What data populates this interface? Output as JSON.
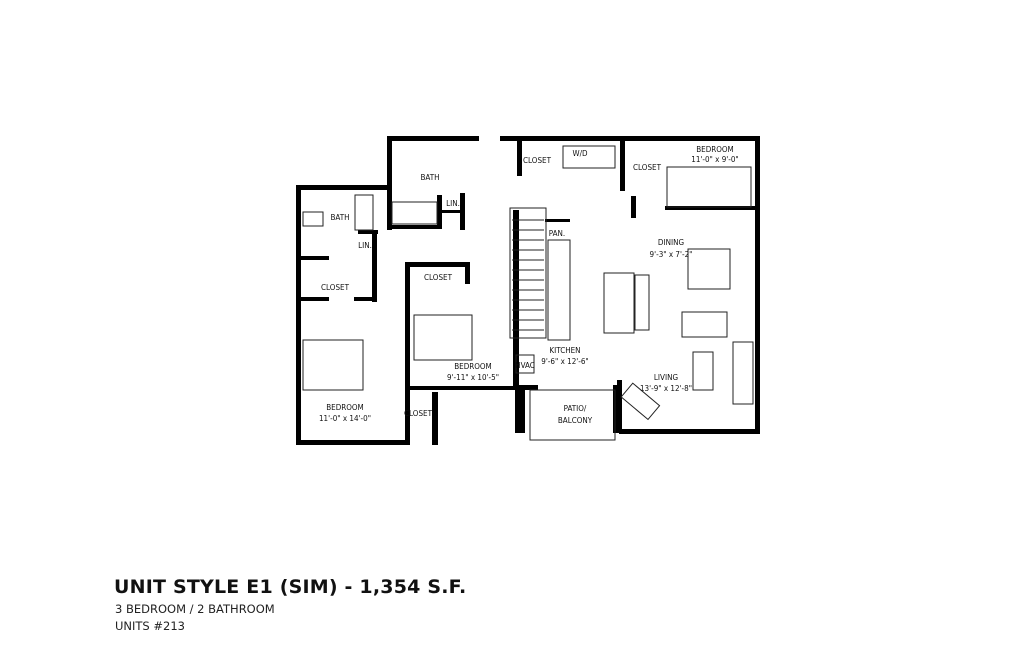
{
  "plan": {
    "rooms": {
      "bath_top": "BATH",
      "bath_left": "BATH",
      "lin_top": "LIN.",
      "lin_left": "LIN.",
      "closet_left": "CLOSET",
      "closet_mid": "CLOSET",
      "closet_top": "CLOSET",
      "wd": "W/D",
      "closet_right": "CLOSET",
      "closet_bottom": "CLOSET",
      "bedroom_right": "BEDROOM",
      "bedroom_right_dims": "11'-0\" x 9'-0\"",
      "pantry": "PAN.",
      "dining": "DINING",
      "dining_dims": "9'-3\" x 7'-2\"",
      "kitchen": "KITCHEN",
      "kitchen_dims": "9'-6\" x 12'-6\"",
      "living": "LIVING",
      "living_dims": "13'-9\" x 12'-8\"",
      "bedroom_mid": "BEDROOM",
      "bedroom_mid_dims": "9'-11\" x 10'-5\"",
      "hvac": "HVAC",
      "bedroom_left": "BEDROOM",
      "bedroom_left_dims": "11'-0\" x 14'-0\"",
      "patio_1": "PATIO/",
      "patio_2": "BALCONY"
    }
  },
  "info": {
    "title": "UNIT STYLE E1 (SIM) - 1,354 S.F.",
    "beds_baths": "3 BEDROOM / 2 BATHROOM",
    "units": "UNITS #213"
  }
}
